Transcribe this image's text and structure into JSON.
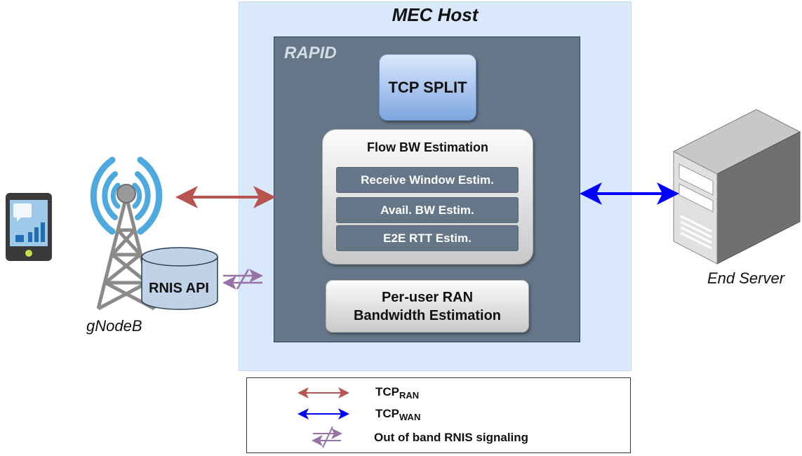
{
  "mec_host": {
    "title": "MEC Host"
  },
  "rapid": {
    "label": "RAPID",
    "tcp_split": "TCP SPLIT",
    "flow_bw": {
      "title": "Flow BW Estimation",
      "items": [
        "Receive Window Estim.",
        "Avail. BW Estim.",
        "E2E RTT Estim."
      ]
    },
    "per_user": {
      "line1": "Per-user RAN",
      "line2": "Bandwidth Estimation"
    }
  },
  "gnodeb": {
    "label": "gNodeB",
    "rnis_api": "RNIS API"
  },
  "end_server": {
    "label": "End Server"
  },
  "legend": {
    "tcp_ran": {
      "base": "TCP",
      "sub": "RAN"
    },
    "tcp_wan": {
      "base": "TCP",
      "sub": "WAN"
    },
    "rnis": "Out of band RNIS signaling"
  },
  "colors": {
    "ran_arrow": "#b85450",
    "wan_arrow": "#0000ff",
    "rnis_arrow": "#9673a6",
    "mec_bg": "#dae8fc",
    "rapid_bg": "#647687"
  },
  "icons": [
    "smartphone-icon",
    "cell-tower-icon",
    "database-icon",
    "server-icon"
  ]
}
